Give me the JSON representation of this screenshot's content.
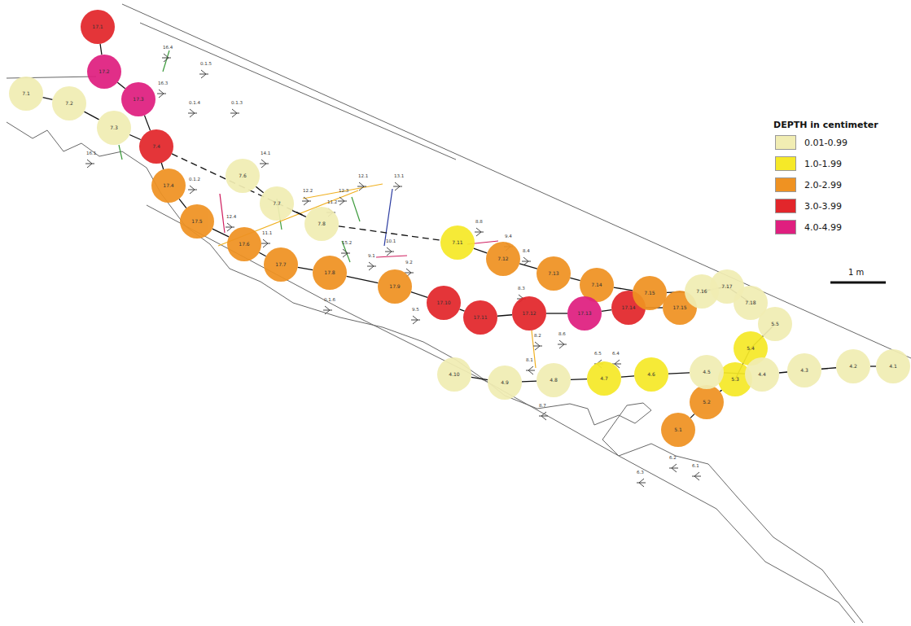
{
  "diagram": {
    "nodes": [
      {
        "text": [
          "17.1"
        ]
      },
      {
        "text": [
          "17.2"
        ]
      },
      {
        "text": [
          "17.3"
        ]
      },
      {
        "text": [
          "7.1"
        ]
      },
      {
        "text": [
          "7.2"
        ]
      },
      {
        "text": [
          "7.3"
        ]
      },
      {
        "text": [
          "7.4"
        ]
      },
      {
        "text": [
          "17.4"
        ]
      },
      {
        "text": [
          "7.6"
        ]
      },
      {
        "text": [
          "17.5"
        ]
      },
      {
        "text": [
          "7.7"
        ]
      },
      {
        "text": [
          "7.8"
        ]
      },
      {
        "text": [
          "17.6"
        ]
      },
      {
        "text": [
          "17.7"
        ]
      },
      {
        "text": [
          "17.8"
        ]
      },
      {
        "text": [
          "17.9"
        ]
      },
      {
        "text": [
          "7.11"
        ]
      },
      {
        "text": [
          "7.12"
        ]
      },
      {
        "text": [
          "7.13"
        ]
      },
      {
        "text": [
          "7.14"
        ]
      },
      {
        "text": [
          "17.10"
        ]
      },
      {
        "text": [
          "17.11"
        ]
      },
      {
        "text": [
          "17.12"
        ]
      },
      {
        "text": [
          "17.13"
        ]
      },
      {
        "text": [
          "17.14"
        ]
      },
      {
        "text": [
          "7.15"
        ]
      },
      {
        "text": [
          "17.15"
        ]
      },
      {
        "text": [
          "7.16"
        ]
      },
      {
        "text": [
          "7.17"
        ]
      },
      {
        "text": [
          "7.18"
        ]
      },
      {
        "text": [
          "5.5"
        ]
      },
      {
        "text": [
          "5.4"
        ]
      },
      {
        "text": [
          "5.3"
        ]
      },
      {
        "text": [
          "5.2"
        ]
      },
      {
        "text": [
          "5.1"
        ]
      },
      {
        "text": [
          "4.1"
        ]
      },
      {
        "text": [
          "4.2"
        ]
      },
      {
        "text": [
          "4.3"
        ]
      },
      {
        "text": [
          "4.4"
        ]
      },
      {
        "text": [
          "4.5"
        ]
      },
      {
        "text": [
          "4.6"
        ]
      },
      {
        "text": [
          "4.7"
        ]
      },
      {
        "text": [
          "4.8"
        ]
      },
      {
        "text": [
          "4.9"
        ]
      },
      {
        "text": [
          "4.10"
        ]
      }
    ],
    "edges": [
      {
        "from": 0,
        "to": 1,
        "arrow": "none"
      },
      {
        "from": 1,
        "to": 2,
        "arrow": "none"
      },
      {
        "from": 2,
        "to": 6,
        "arrow": "none"
      },
      {
        "from": 6,
        "to": 7,
        "arrow": "none"
      },
      {
        "from": 7,
        "to": 9,
        "arrow": "none"
      },
      {
        "from": 9,
        "to": 12,
        "arrow": "none"
      },
      {
        "from": 12,
        "to": 13,
        "arrow": "none"
      },
      {
        "from": 13,
        "to": 14,
        "arrow": "none"
      },
      {
        "from": 14,
        "to": 15,
        "arrow": "none"
      },
      {
        "from": 15,
        "to": 20,
        "arrow": "none"
      },
      {
        "from": 20,
        "to": 21,
        "arrow": "none"
      },
      {
        "from": 21,
        "to": 22,
        "arrow": "none"
      },
      {
        "from": 22,
        "to": 23,
        "arrow": "none"
      },
      {
        "from": 23,
        "to": 24,
        "arrow": "none"
      },
      {
        "from": 24,
        "to": 26,
        "arrow": "none"
      },
      {
        "from": 3,
        "to": 4,
        "arrow": "none"
      },
      {
        "from": 4,
        "to": 5,
        "arrow": "none"
      },
      {
        "from": 5,
        "to": 6,
        "arrow": "none"
      },
      {
        "from": 6,
        "to": 11,
        "arrow": "none"
      },
      {
        "from": 8,
        "to": 10,
        "arrow": "none"
      },
      {
        "from": 10,
        "to": 11,
        "arrow": "none"
      },
      {
        "from": 11,
        "to": 16,
        "arrow": "none"
      },
      {
        "from": 16,
        "to": 17,
        "arrow": "none"
      },
      {
        "from": 17,
        "to": 18,
        "arrow": "none"
      },
      {
        "from": 18,
        "to": 19,
        "arrow": "none"
      },
      {
        "from": 19,
        "to": 25,
        "arrow": "none"
      },
      {
        "from": 25,
        "to": 27,
        "arrow": "none"
      },
      {
        "from": 27,
        "to": 28,
        "arrow": "none"
      },
      {
        "from": 28,
        "to": 29,
        "arrow": "none"
      },
      {
        "from": 34,
        "to": 33,
        "arrow": "none"
      },
      {
        "from": 33,
        "to": 32,
        "arrow": "none"
      },
      {
        "from": 32,
        "to": 31,
        "arrow": "none"
      },
      {
        "from": 31,
        "to": 30,
        "arrow": "none"
      },
      {
        "from": 35,
        "to": 36,
        "arrow": "none"
      },
      {
        "from": 36,
        "to": 37,
        "arrow": "none"
      },
      {
        "from": 37,
        "to": 38,
        "arrow": "none"
      },
      {
        "from": 38,
        "to": 39,
        "arrow": "none"
      },
      {
        "from": 39,
        "to": 40,
        "arrow": "none"
      },
      {
        "from": 40,
        "to": 41,
        "arrow": "none"
      },
      {
        "from": 41,
        "to": 42,
        "arrow": "none"
      },
      {
        "from": 42,
        "to": 43,
        "arrow": "none"
      },
      {
        "from": 43,
        "to": 44,
        "arrow": "none"
      }
    ],
    "labels": [
      "16.4",
      "0.1.5",
      "16.3",
      "0.1.4",
      "16.1",
      "0.1.3",
      "0.1.2",
      "12.4",
      "14.1",
      "12.2",
      "12.3",
      "12.1",
      "13.1",
      "11.2",
      "11.1",
      "15.2",
      "10.1",
      "9.1",
      "9.2",
      "8.8",
      "9.4",
      "8.4",
      "8.3",
      "8.2",
      "8.6",
      "8.1",
      "8.7",
      "0.1.6",
      "9.5",
      "6.5",
      "6.4",
      "6.3",
      "6.2",
      "6.1",
      "1 m",
      "DEPTH in centimeter"
    ],
    "legend": [
      {
        "text": "0.01-0.99",
        "color": "#f1edb3"
      },
      {
        "text": "1.0-1.99",
        "color": "#f6e928"
      },
      {
        "text": "2.0-2.99",
        "color": "#ef9222"
      },
      {
        "text": "3.0-3.99",
        "color": "#e2262b"
      },
      {
        "text": "4.0-4.99",
        "color": "#df1f7f"
      }
    ]
  }
}
